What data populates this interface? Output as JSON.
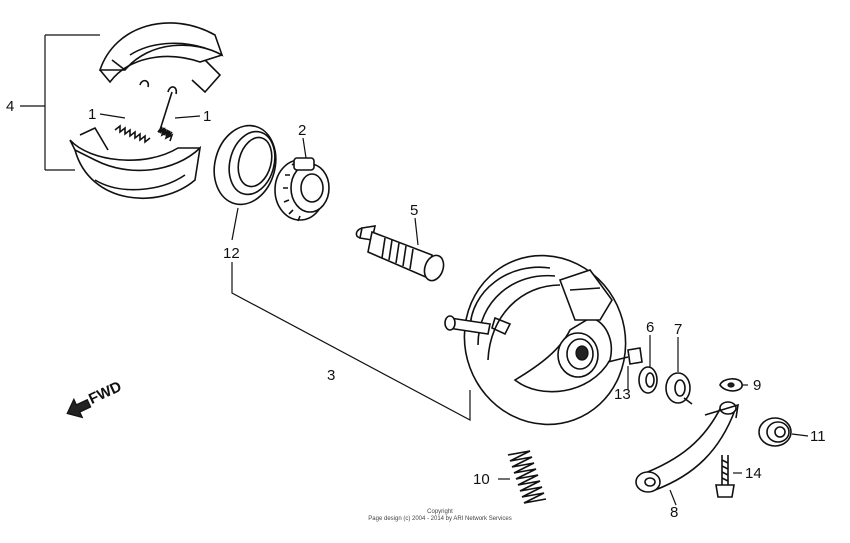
{
  "callouts": {
    "brake_shoes": "4",
    "spring_left": "1",
    "spring_right": "1",
    "bearing": "2",
    "seal": "12",
    "cam": "5",
    "brake_panel": "3",
    "washer_6": "6",
    "indicator_7": "7",
    "bolt_13": "13",
    "clip_9": "9",
    "nut_11": "11",
    "bolt_14": "14",
    "arm_8": "8",
    "spring_10": "10"
  },
  "direction": {
    "label": "FWD",
    "icon": "arrow-icon"
  },
  "copyright": {
    "line1": "Copyright",
    "line2": "Page design (c) 2004 - 2014 by ARI Network Services"
  }
}
